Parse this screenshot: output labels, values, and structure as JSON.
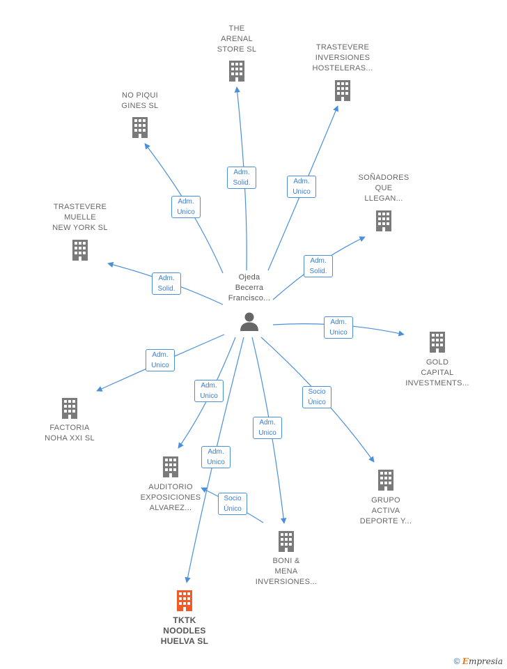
{
  "center": {
    "label": "Ojeda\nBecerra\nFrancisco...",
    "icon": "person-icon"
  },
  "colors": {
    "edge": "#4a90d9",
    "building": "#7a7a7a",
    "highlight": "#f05a28"
  },
  "companies": [
    {
      "id": "the-arenal-store",
      "label": "THE\nARENAL\nSTORE  SL"
    },
    {
      "id": "trastevere-inversiones",
      "label": "TRASTEVERE\nINVERSIONES\nHOSTELERAS..."
    },
    {
      "id": "no-piqui-gines",
      "label": "NO PIQUI\nGINES  SL"
    },
    {
      "id": "sonadores-que-llegan",
      "label": "SOÑADORES\nQUE\nLLEGAN..."
    },
    {
      "id": "trastevere-muelle",
      "label": "TRASTEVERE\nMUELLE\nNEW YORK  SL"
    },
    {
      "id": "gold-capital",
      "label": "GOLD\nCAPITAL\nINVESTMENTS..."
    },
    {
      "id": "factoria-noha",
      "label": "FACTORIA\nNOHA XXI  SL"
    },
    {
      "id": "auditorio-exposiciones",
      "label": "AUDITORIO\nEXPOSICIONES\nALVAREZ..."
    },
    {
      "id": "grupo-activa",
      "label": "GRUPO\nACTIVA\nDEPORTE Y..."
    },
    {
      "id": "boni-mena",
      "label": "BONI &\nMENA\nINVERSIONES..."
    },
    {
      "id": "tktk-noodles",
      "label": "TKTK\nNOODLES\nHUELVA  SL",
      "highlight": true
    }
  ],
  "relations": [
    {
      "from": "center",
      "to": "the-arenal-store",
      "label": "Adm.\nSolid."
    },
    {
      "from": "center",
      "to": "trastevere-inversiones",
      "label": "Adm.\nUnico"
    },
    {
      "from": "center",
      "to": "no-piqui-gines",
      "label": "Adm.\nUnico"
    },
    {
      "from": "center",
      "to": "sonadores-que-llegan",
      "label": "Adm.\nSolid."
    },
    {
      "from": "center",
      "to": "trastevere-muelle",
      "label": "Adm.\nSolid."
    },
    {
      "from": "center",
      "to": "gold-capital",
      "label": "Adm.\nUnico"
    },
    {
      "from": "center",
      "to": "factoria-noha",
      "label": "Adm.\nUnico"
    },
    {
      "from": "center",
      "to": "auditorio-exposiciones",
      "label": "Adm.\nUnico"
    },
    {
      "from": "center",
      "to": "grupo-activa",
      "label": "Socio\nÚnico"
    },
    {
      "from": "center",
      "to": "boni-mena",
      "label": "Adm.\nUnico"
    },
    {
      "from": "center",
      "to": "tktk-noodles",
      "label": "Adm.\nUnico"
    },
    {
      "from": "boni-mena",
      "to": "auditorio-exposiciones",
      "label": "Socio\nÚnico"
    }
  ],
  "footer": {
    "copyright": "©",
    "brand_initial": "E",
    "brand_rest": "mpresia"
  }
}
